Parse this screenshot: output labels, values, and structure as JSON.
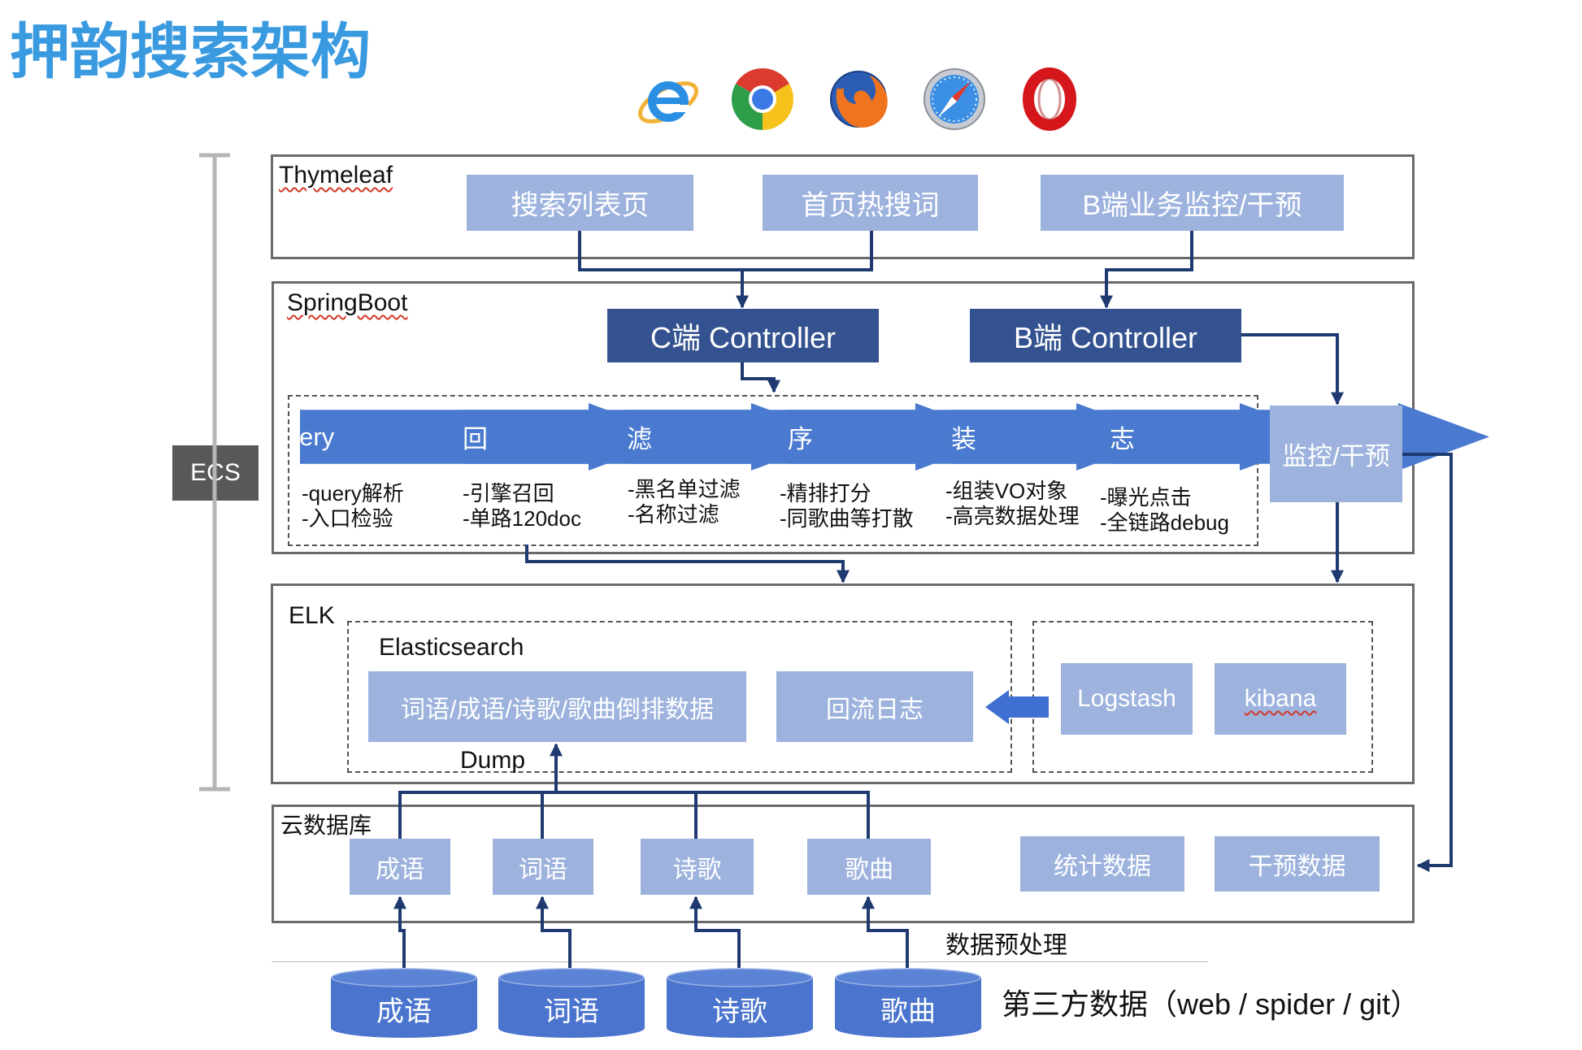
{
  "title": "押韵搜索架构",
  "browsers": [
    "internet-explorer",
    "chrome",
    "firefox",
    "safari",
    "opera"
  ],
  "ecs_label": "ECS",
  "thymeleaf": {
    "label": "Thymeleaf",
    "boxes": [
      "搜索列表页",
      "首页热搜词",
      "B端业务监控/干预"
    ]
  },
  "springboot": {
    "label": "SpringBoot",
    "c_controller": "C端 Controller",
    "b_controller": "B端 Controller",
    "monitor": "监控/干预",
    "pipeline": [
      {
        "name": "Query",
        "notes": [
          "-query解析",
          "-入口检验"
        ]
      },
      {
        "name": "召回",
        "notes": [
          "-引擎召回",
          "-单路120doc"
        ]
      },
      {
        "name": "过滤",
        "notes": [
          "-黑名单过滤",
          "-名称过滤"
        ]
      },
      {
        "name": "排序",
        "notes": [
          "-精排打分",
          "-同歌曲等打散"
        ]
      },
      {
        "name": "组装",
        "notes": [
          "-组装VO对象",
          "-高亮数据处理"
        ]
      },
      {
        "name": "日志",
        "notes": [
          "-曝光点击",
          "-全链路debug"
        ]
      }
    ]
  },
  "elk": {
    "label": "ELK",
    "es_label": "Elasticsearch",
    "index_box": "词语/成语/诗歌/歌曲倒排数据",
    "log_box": "回流日志",
    "logstash": "Logstash",
    "kibana": "kibana",
    "dump_label": "Dump"
  },
  "cloud_db": {
    "label": "云数据库",
    "tables": [
      "成语",
      "词语",
      "诗歌",
      "歌曲"
    ],
    "stats": "统计数据",
    "intervention": "干预数据"
  },
  "preprocess_label": "数据预处理",
  "third_party": {
    "sources": [
      "成语",
      "词语",
      "诗歌",
      "歌曲"
    ],
    "label": "第三方数据（web / spider / git）"
  },
  "colors": {
    "title": "#3a9ae0",
    "light_box": "#9db3de",
    "dark_box": "#33528f",
    "pipeline_arrow": "#4a7ad0",
    "connector": "#1f3a70",
    "ecs_box": "#585858",
    "cylinder": "#4a74cd"
  }
}
